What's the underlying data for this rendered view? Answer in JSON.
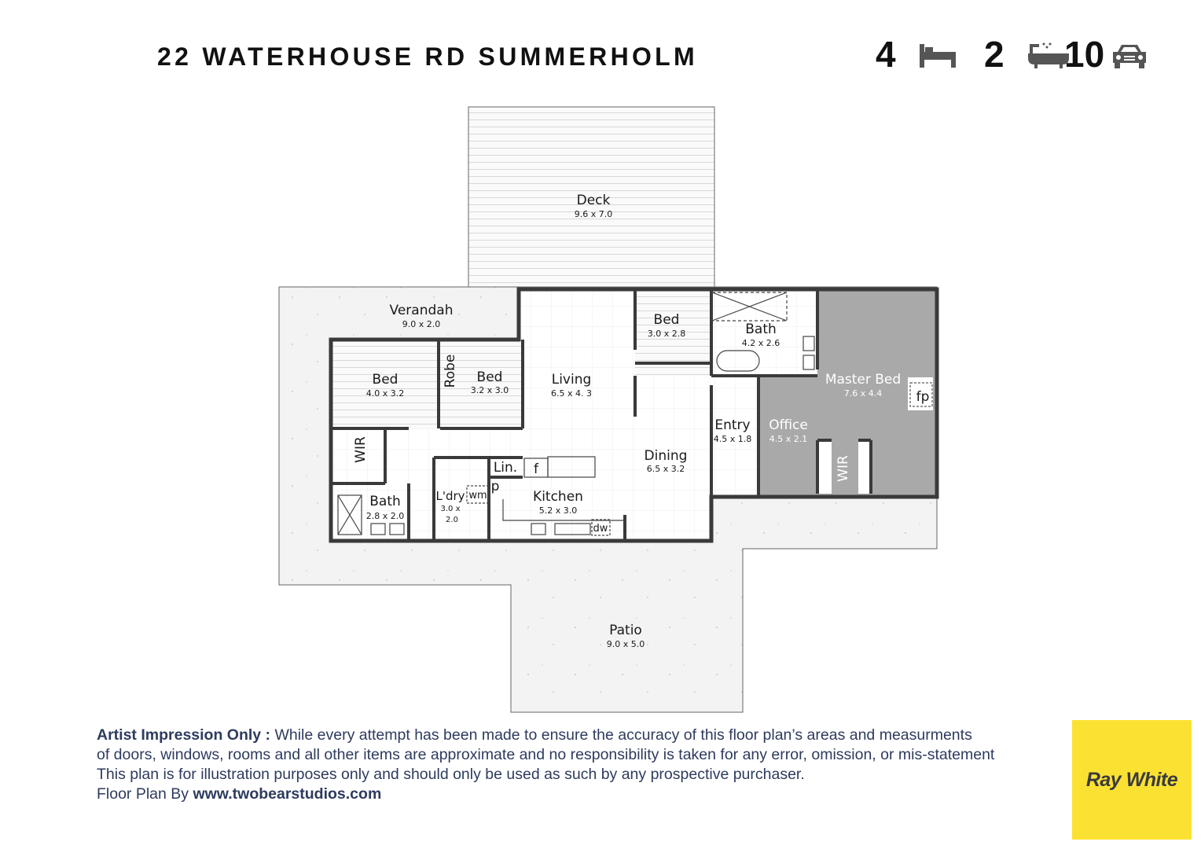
{
  "header": {
    "address": "22 WATERHOUSE RD SUMMERHOLM",
    "bedrooms": "4",
    "bathrooms": "2",
    "car_spaces": "10",
    "icons": [
      "bed-icon",
      "bathtub-icon",
      "car-icon"
    ]
  },
  "rooms": {
    "deck": {
      "name": "Deck",
      "dims": "9.6 x 7.0"
    },
    "verandah": {
      "name": "Verandah",
      "dims": "9.0 x 2.0"
    },
    "bed1": {
      "name": "Bed",
      "dims": "4.0 x 3.2"
    },
    "robe": {
      "name": "Robe"
    },
    "bed2": {
      "name": "Bed",
      "dims": "3.2 x 3.0"
    },
    "living": {
      "name": "Living",
      "dims": "6.5 x 4. 3"
    },
    "bed3": {
      "name": "Bed",
      "dims": "3.0 x 2.8"
    },
    "bath_main": {
      "name": "Bath",
      "dims": "4.2 x 2.6"
    },
    "master": {
      "name": "Master Bed",
      "dims": "7.6 x 4.4"
    },
    "fp": {
      "name": "fp"
    },
    "wir1": {
      "name": "WIR"
    },
    "wir2": {
      "name": "WIR"
    },
    "entry": {
      "name": "Entry",
      "dims": "4.5 x 1.8"
    },
    "office": {
      "name": "Office",
      "dims": "4.5 x 2.1"
    },
    "dining": {
      "name": "Dining",
      "dims": "6.5 x 3.2"
    },
    "bath2": {
      "name": "Bath",
      "dims": "2.8 x 2.0"
    },
    "laundry": {
      "name": "L'dry",
      "dims1": "3.0 x",
      "dims2": "2.0"
    },
    "wm": {
      "name": "wm"
    },
    "linen": {
      "name": "Lin."
    },
    "fridge": {
      "name": "f"
    },
    "pantry": {
      "name": "p"
    },
    "kitchen": {
      "name": "Kitchen",
      "dims": "5.2 x 3.0"
    },
    "dw": {
      "name": "dw"
    },
    "patio": {
      "name": "Patio",
      "dims": "9.0 x 5.0"
    }
  },
  "footer": {
    "disclaimer_label": "Artist Impression Only :",
    "line1": " While every attempt has been made to ensure the accuracy of this floor plan’s areas and measurments",
    "line2": "of doors, windows, rooms and all other items are approximate and no responsibility is taken for any error, omission, or mis-statement",
    "line3": "This plan is for illustration purposes only and should only be used as such by any prospective purchaser.",
    "credit_label": "Floor Plan By ",
    "credit_url": "www.twobearstudios.com"
  },
  "logo": {
    "text": "Ray White",
    "bg_color": "#fbe232"
  },
  "colors": {
    "wall": "#3a3a3a",
    "shaded_room": "#a9a9a9",
    "footer_text": "#2e3b5e"
  }
}
